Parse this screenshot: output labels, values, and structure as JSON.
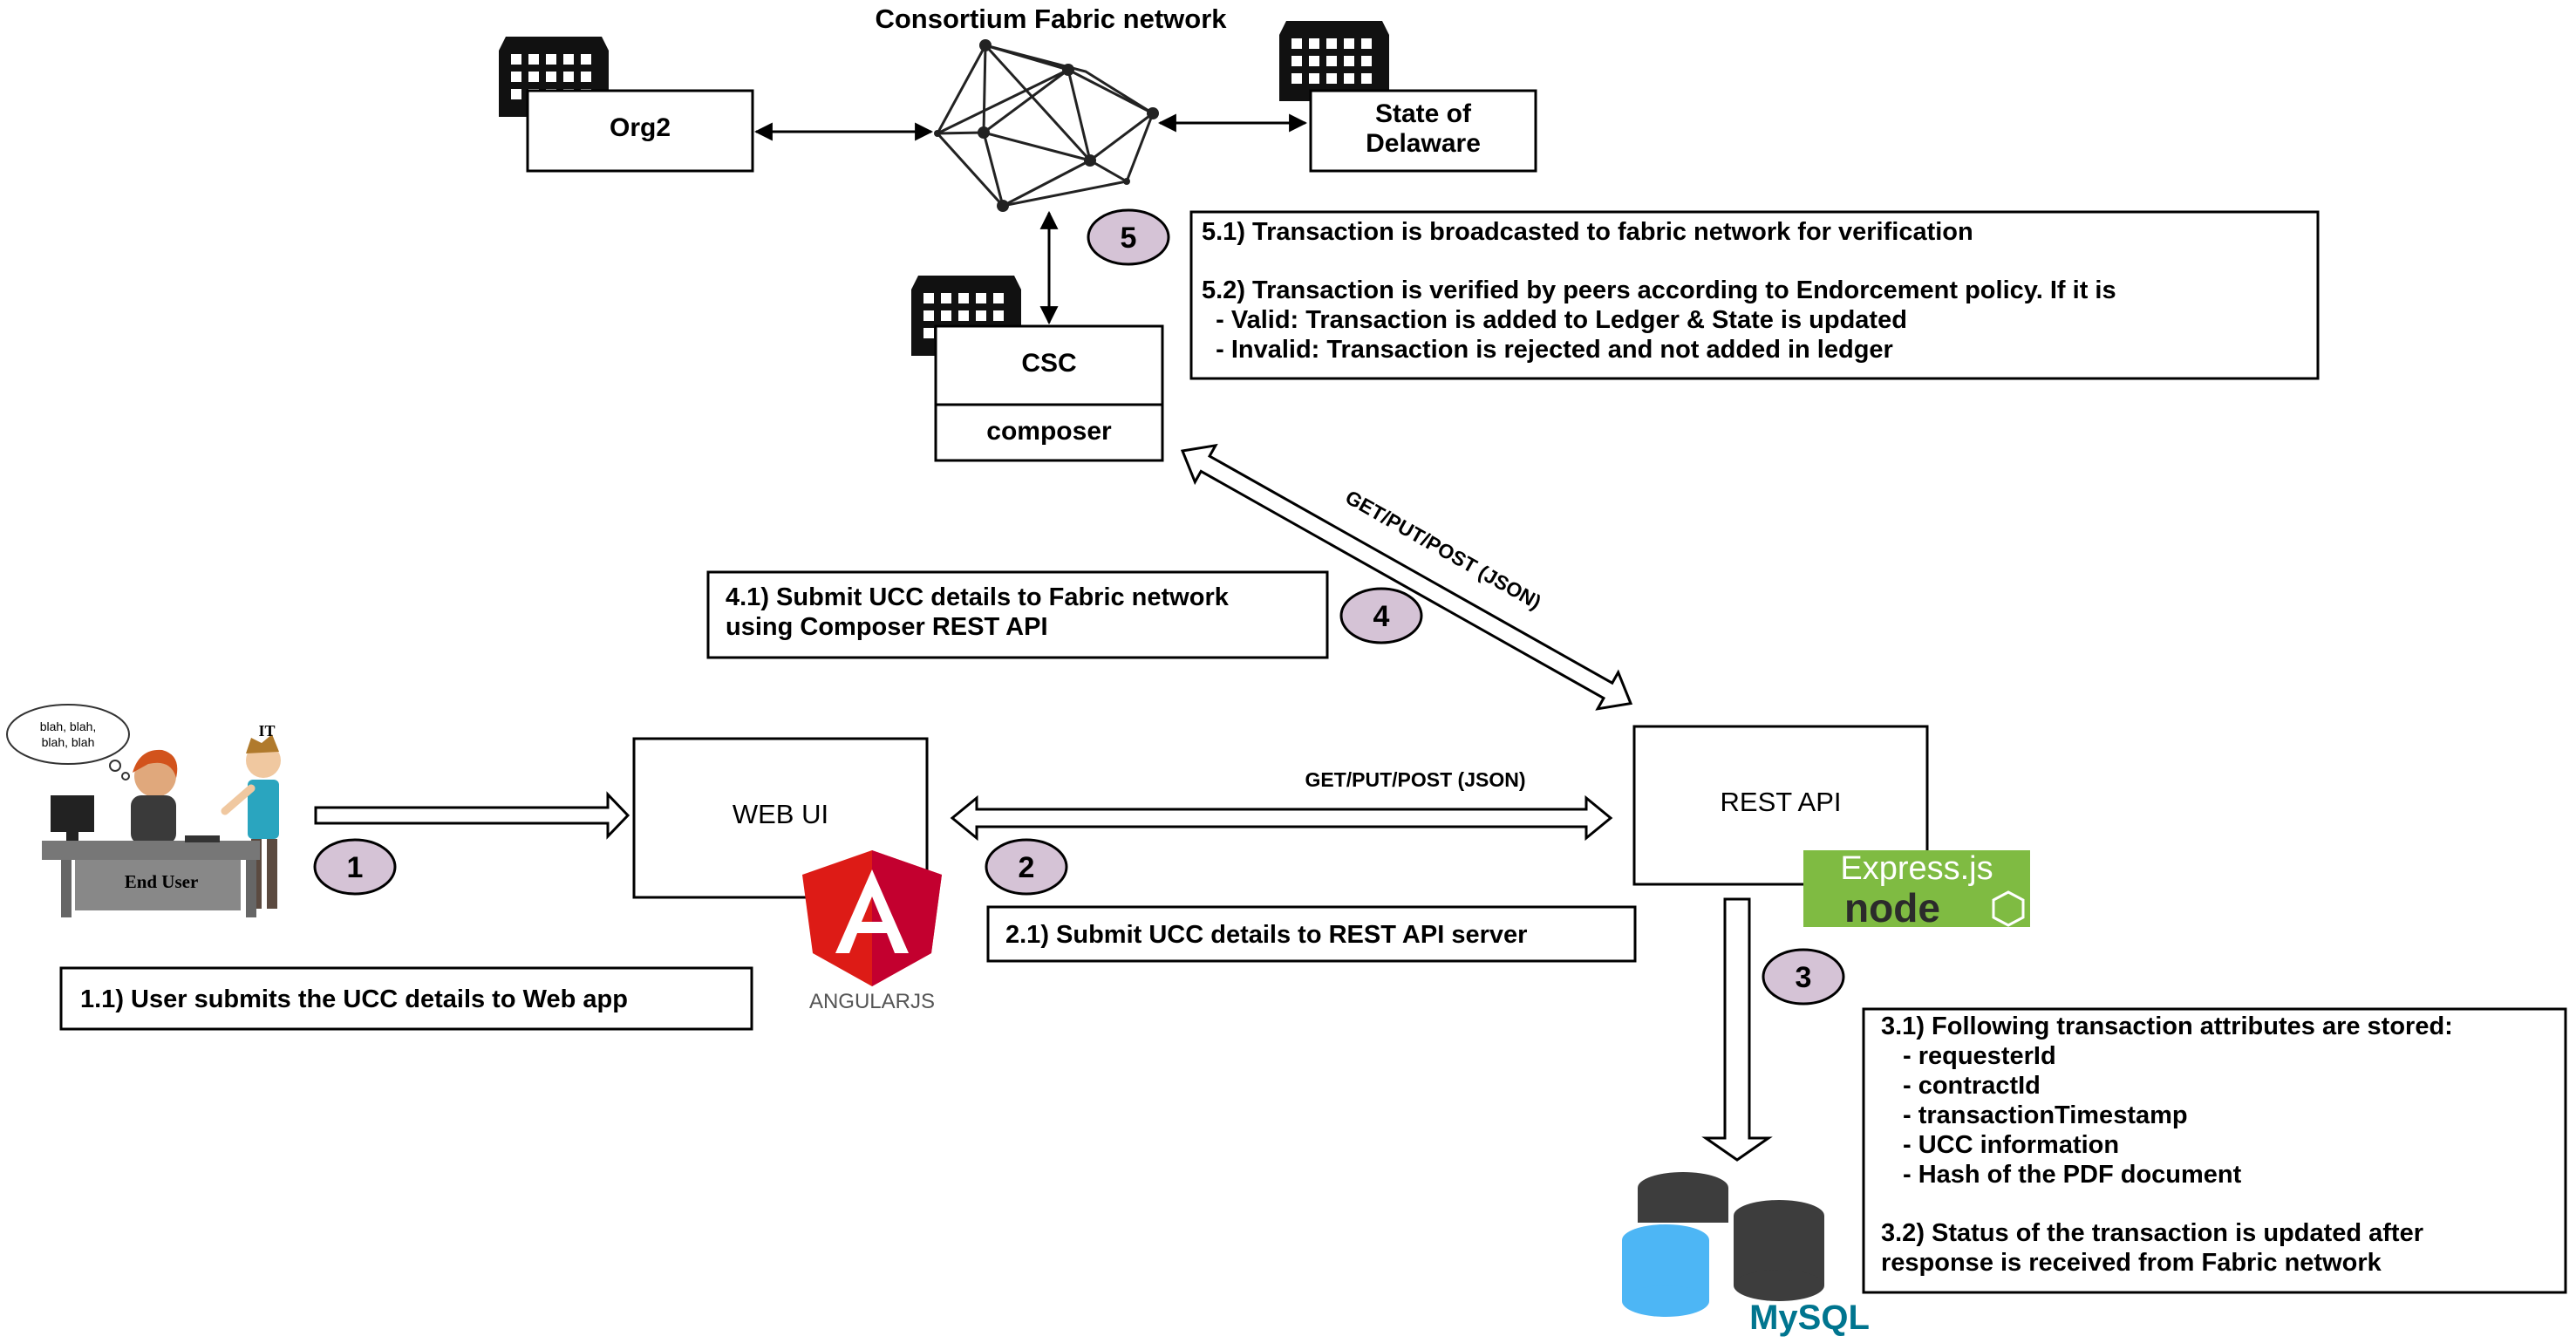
{
  "network": {
    "title": "Consortium Fabric network",
    "org2": "Org2",
    "delaware_l1": "State of",
    "delaware_l2": "Delaware",
    "csc": "CSC",
    "composer": "composer"
  },
  "steps": {
    "s1": "1",
    "s2": "2",
    "s3": "3",
    "s4": "4",
    "s5": "5"
  },
  "notes": {
    "n1_1": "1.1) User submits the UCC details to Web app",
    "n2_1": "2.1) Submit UCC details to REST API server",
    "n3_1_title": "3.1) Following transaction attributes are stored:",
    "n3_1_items": [
      "- requesterId",
      "- contractId",
      "- transactionTimestamp",
      "- UCC information",
      "- Hash of the PDF document"
    ],
    "n3_2_l1": "3.2) Status of the transaction is updated after",
    "n3_2_l2": "response is received from Fabric network",
    "n4_1_l1": "4.1) Submit UCC details to Fabric network",
    "n4_1_l2": "using Composer REST API",
    "n5_1": "5.1) Transaction is broadcasted to fabric network for verification",
    "n5_2_l1": "5.2) Transaction is verified by peers according to Endorcement policy. If it is",
    "n5_2_l2": "  - Valid: Transaction is added to Ledger & State is updated",
    "n5_2_l3": "  - Invalid: Transaction is rejected and not added in ledger"
  },
  "components": {
    "web_ui": "WEB UI",
    "rest_api": "REST API",
    "end_user": "End User",
    "it_label": "IT",
    "bubble_text": [
      "blah, blah,",
      "blah, blah"
    ],
    "angular": "ANGULARJS",
    "express": "Express.js",
    "node": "node",
    "mysql": "MySQL"
  },
  "arrows": {
    "web_rest_label": "GET/PUT/POST (JSON)",
    "rest_composer_label": "GET/PUT/POST (JSON)"
  },
  "colors": {
    "badge": "#d5c3d6",
    "angular_red": "#dd1b16",
    "express_green": "#7fbb42",
    "mysql_blue": "#00758f",
    "db_blue": "#4db6f5"
  }
}
